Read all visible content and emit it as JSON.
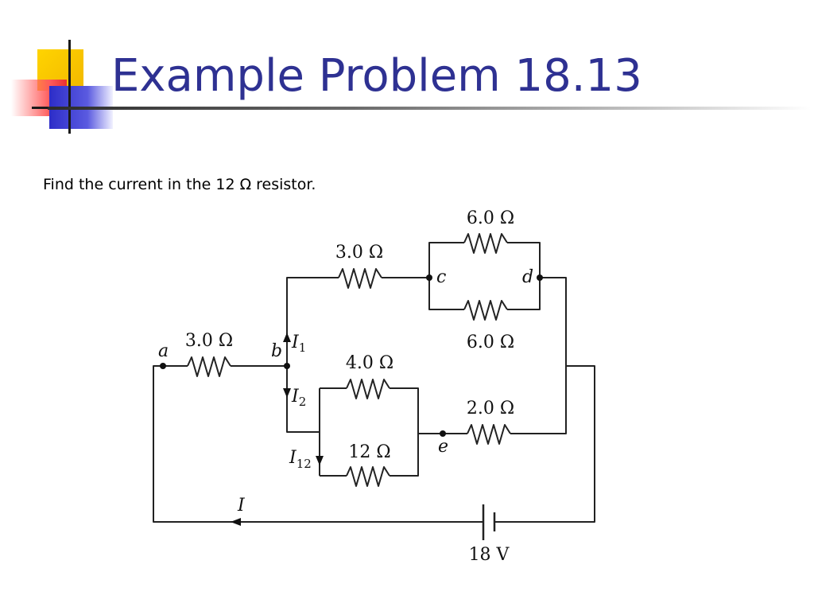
{
  "slide": {
    "title": "Example Problem 18.13",
    "prompt": "Find the current in the 12 Ω resistor.",
    "title_color": "#2e3192",
    "accent_colors": {
      "yellow": "#f7c800",
      "red": "#f23c3c",
      "blue": "#3c3ccf"
    }
  },
  "circuit": {
    "resistors": {
      "r_ab": "3.0 Ω",
      "r_top": "3.0 Ω",
      "r_cd_upper": "6.0 Ω",
      "r_cd_lower": "6.0 Ω",
      "r_4": "4.0 Ω",
      "r_12": "12 Ω",
      "r_2": "2.0 Ω"
    },
    "nodes": {
      "a": "a",
      "b": "b",
      "c": "c",
      "d": "d",
      "e": "e"
    },
    "currents": {
      "I": "I",
      "I1_main": "I",
      "I1_sub": "1",
      "I2_main": "I",
      "I2_sub": "2",
      "I12_main": "I",
      "I12_sub": "12"
    },
    "battery": "18 V"
  }
}
